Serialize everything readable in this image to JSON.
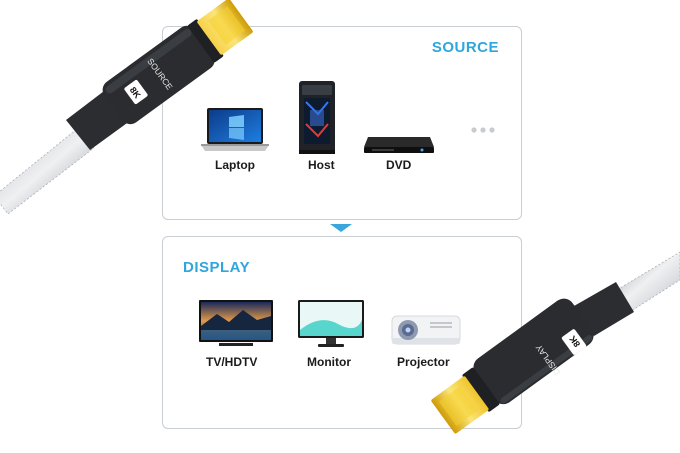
{
  "source": {
    "title": "SOURCE",
    "devices": [
      {
        "label": "Laptop",
        "icon": "laptop-icon"
      },
      {
        "label": "Host",
        "icon": "desktop-tower-icon"
      },
      {
        "label": "DVD",
        "icon": "dvd-player-icon"
      }
    ],
    "more_icon": "ellipsis-icon"
  },
  "display": {
    "title": "DISPLAY",
    "devices": [
      {
        "label": "TV/HDTV",
        "icon": "tv-icon"
      },
      {
        "label": "Monitor",
        "icon": "monitor-icon"
      },
      {
        "label": "Projector",
        "icon": "projector-icon"
      }
    ]
  },
  "cable_top": {
    "text": "SOURCE",
    "badge": "8K"
  },
  "cable_bottom": {
    "text": "DISPLAY",
    "badge": "8K"
  },
  "colors": {
    "accent": "#2fa6dc",
    "connector_gold": "#e8b80e",
    "housing": "#2a2c2f"
  }
}
